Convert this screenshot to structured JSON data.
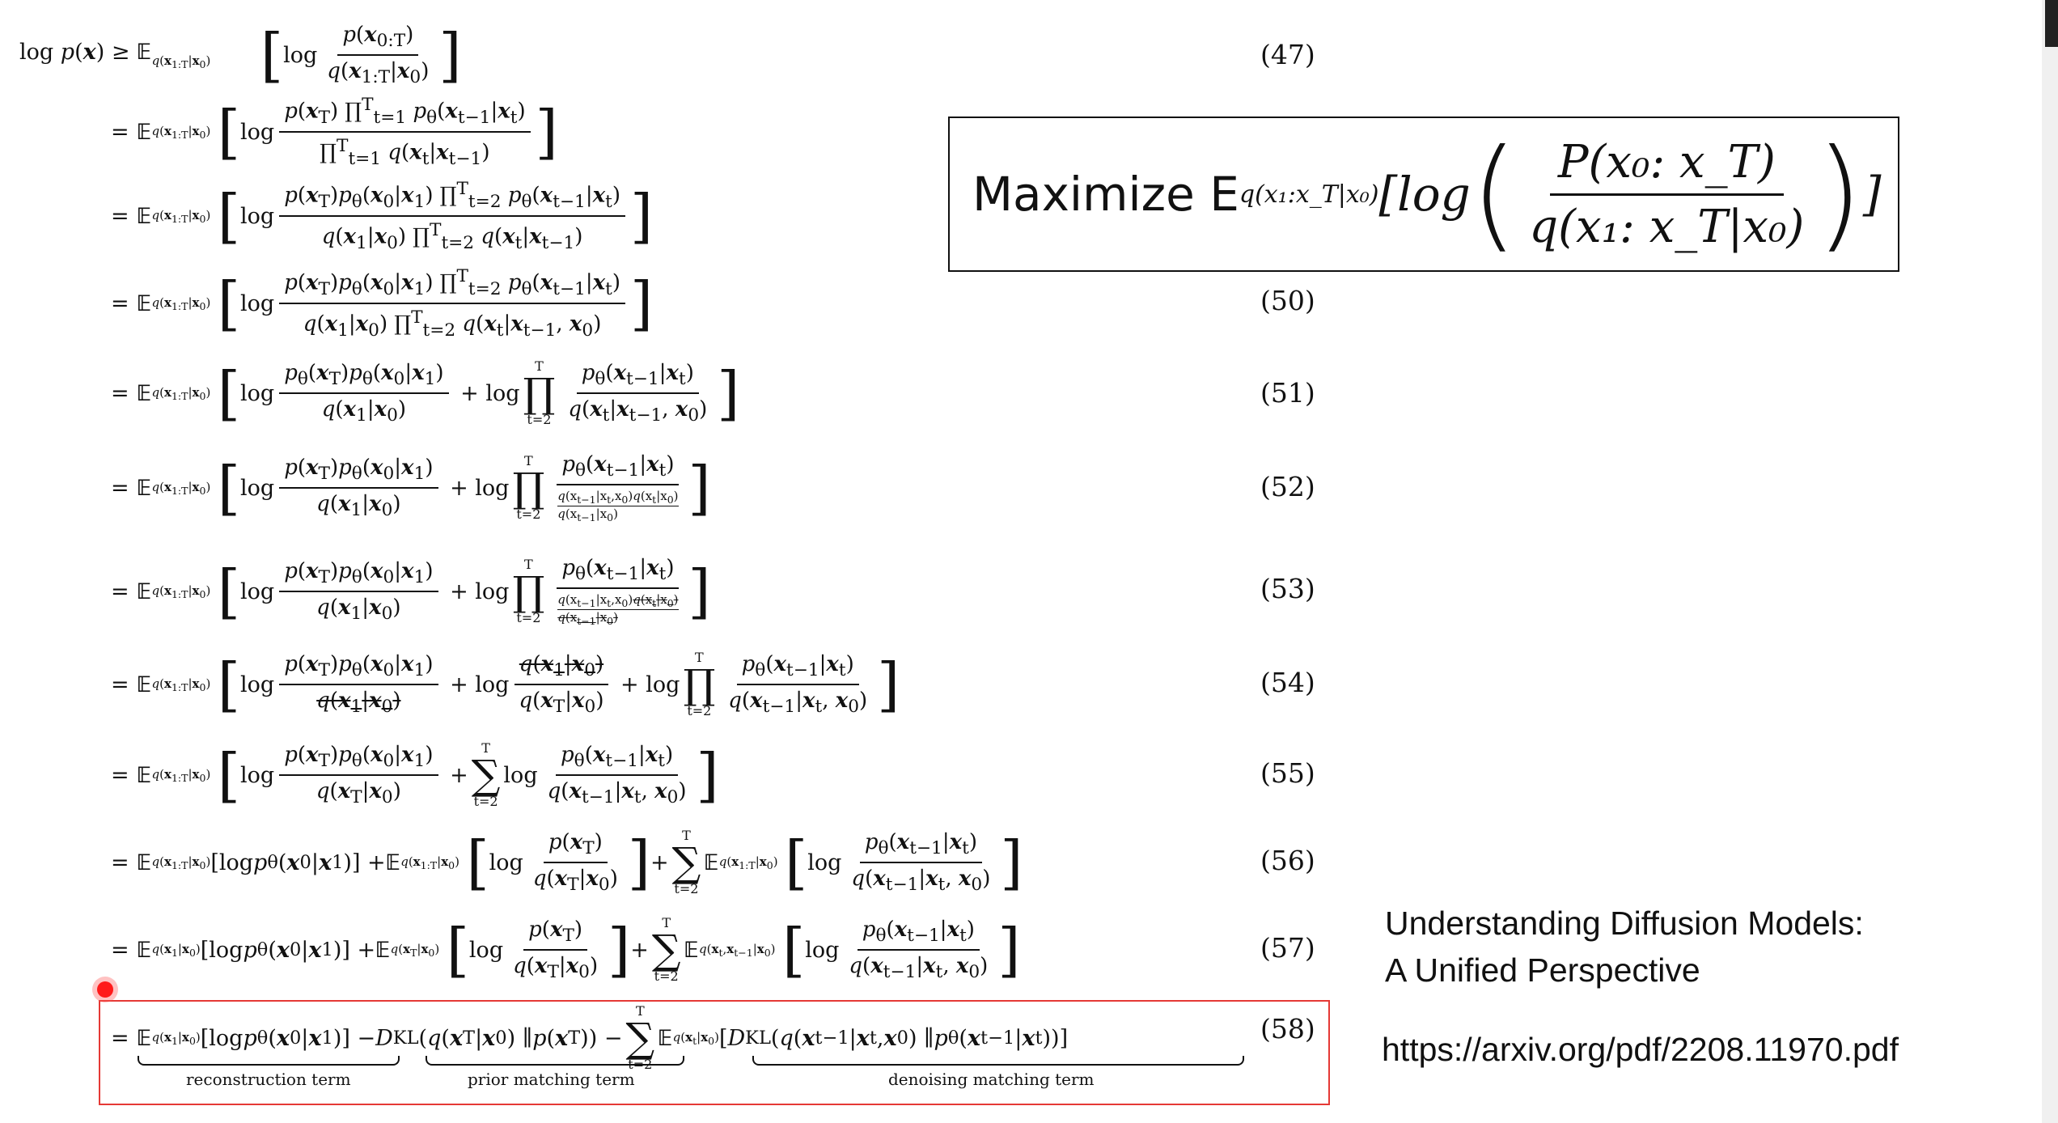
{
  "equations": [
    {
      "num": "(47)"
    },
    {
      "num": ""
    },
    {
      "num": ""
    },
    {
      "num": "(50)"
    },
    {
      "num": "(51)"
    },
    {
      "num": "(52)"
    },
    {
      "num": "(53)"
    },
    {
      "num": "(54)"
    },
    {
      "num": "(55)"
    },
    {
      "num": "(56)"
    },
    {
      "num": "(57)"
    },
    {
      "num": "(58)"
    }
  ],
  "maximize_box": {
    "word": "Maximize",
    "expectation": "E",
    "subscript": "q(x₁:x_T|x₀)",
    "log": "log",
    "numerator": "P(x₀: x_T)",
    "denominator": "q(x₁: x_T|x₀)"
  },
  "reference": {
    "title_line1": "Understanding Diffusion Models:",
    "title_line2": "A Unified Perspective",
    "url": "https://arxiv.org/pdf/2208.11970.pdf"
  },
  "underbrace_labels": {
    "reconstruction": "reconstruction term",
    "prior": "prior matching term",
    "denoising": "denoising matching term"
  },
  "colors": {
    "highlight_box": "#e53935",
    "pointer": "#ff1a1a"
  }
}
